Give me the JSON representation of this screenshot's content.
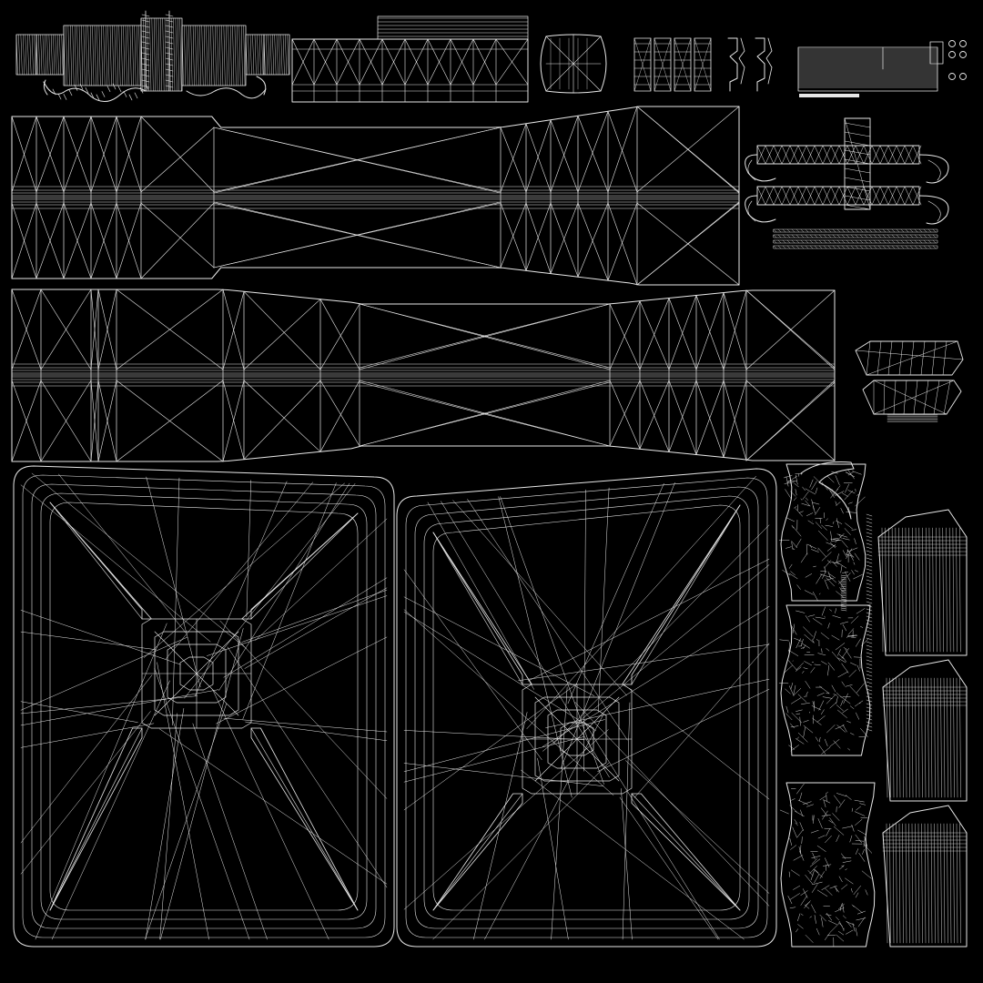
{
  "view": {
    "background": "#000000",
    "wire_color": "#e8e8e8",
    "description_kind": "uv-wireframe-layout"
  },
  "islands": [
    {
      "id": "barrel-upper",
      "kind": "long-tube"
    },
    {
      "id": "barrel-lower",
      "kind": "long-tube"
    },
    {
      "id": "grip-left",
      "kind": "quad-patch"
    },
    {
      "id": "grip-right",
      "kind": "quad-patch"
    },
    {
      "id": "cylinder-top",
      "kind": "tube-small"
    },
    {
      "id": "frame-top",
      "kind": "strip"
    },
    {
      "id": "oval-cap",
      "kind": "oval"
    },
    {
      "id": "small-cells",
      "kind": "cells"
    },
    {
      "id": "hooks",
      "kind": "clasps"
    },
    {
      "id": "striped-block",
      "kind": "lines"
    },
    {
      "id": "curl-parts",
      "kind": "curls"
    },
    {
      "id": "bracket",
      "kind": "bracket"
    },
    {
      "id": "dense-panels",
      "kind": "dense-strips"
    }
  ]
}
